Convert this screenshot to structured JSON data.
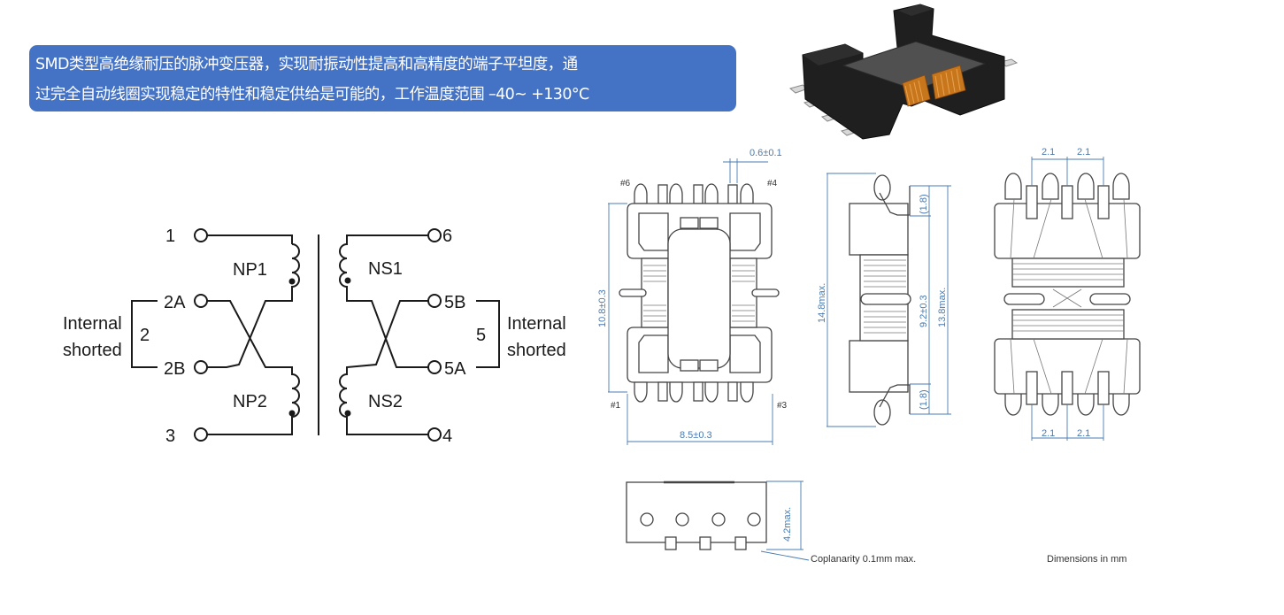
{
  "banner": {
    "line1": "SMD类型高绝缘耐压的脉冲变压器，实现耐振动性提高和高精度的端子平坦度，通",
    "line2": "过完全自动线圈实现稳定的特性和稳定供给是可能的，工作温度范围 –40~ +130°C",
    "color": "#4472c4"
  },
  "product_photo": {
    "description": "SMD pulse transformer 3D render",
    "icon": "component-photo"
  },
  "schematic": {
    "primary": {
      "pins": {
        "p1": "1",
        "p2a": "2A",
        "p2b": "2B",
        "p3": "3"
      },
      "windings": {
        "w1": "NP1",
        "w2": "NP2"
      },
      "short_label_line1": "Internal",
      "short_label_line2": "shorted",
      "short_pin": "2"
    },
    "secondary": {
      "pins": {
        "p6": "6",
        "p5b": "5B",
        "p5a": "5A",
        "p4": "4"
      },
      "windings": {
        "w1": "NS1",
        "w2": "NS2"
      },
      "short_label_line1": "Internal",
      "short_label_line2": "shorted",
      "short_pin": "5"
    }
  },
  "drawing": {
    "top_view": {
      "pin_labels": {
        "tl": "#6",
        "tr": "#4",
        "bl": "#1",
        "br": "#3"
      },
      "dims": {
        "pin_width": "0.6±0.1",
        "height": "10.8±0.3",
        "width": "8.5±0.3"
      }
    },
    "side_view": {
      "dims": {
        "overall": "14.8max.",
        "body": "9.2±0.3",
        "terminal_span": "13.8max.",
        "lead_top": "(1.8)",
        "lead_bottom": "(1.8)"
      }
    },
    "bottom_view": {
      "dims": {
        "pitch_tl": "2.1",
        "pitch_tr": "2.1",
        "pitch_bl": "2.1",
        "pitch_br": "2.1"
      }
    },
    "front_view": {
      "dims": {
        "height": "4.2max."
      },
      "coplanarity_note": "Coplanarity 0.1mm max."
    },
    "units_note": "Dimensions in mm",
    "dim_color": "#4a7bb0"
  }
}
